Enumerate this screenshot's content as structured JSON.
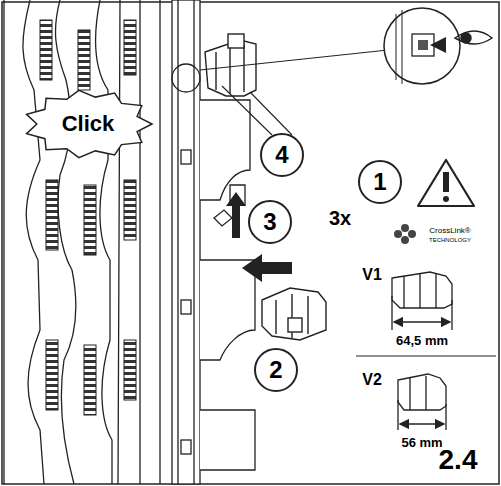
{
  "diagram": {
    "nodes": [
      {
        "text": [
          "Click"
        ]
      },
      {
        "text": [
          "4"
        ]
      },
      {
        "text": [
          "1"
        ]
      },
      {
        "text": [
          "3"
        ]
      },
      {
        "text": [
          "2"
        ]
      }
    ],
    "labels": [
      "3x",
      "CrossLink®",
      "TECHNOLOGY",
      "V1",
      "64,5 mm",
      "V2",
      "56 mm",
      "2.4"
    ]
  }
}
